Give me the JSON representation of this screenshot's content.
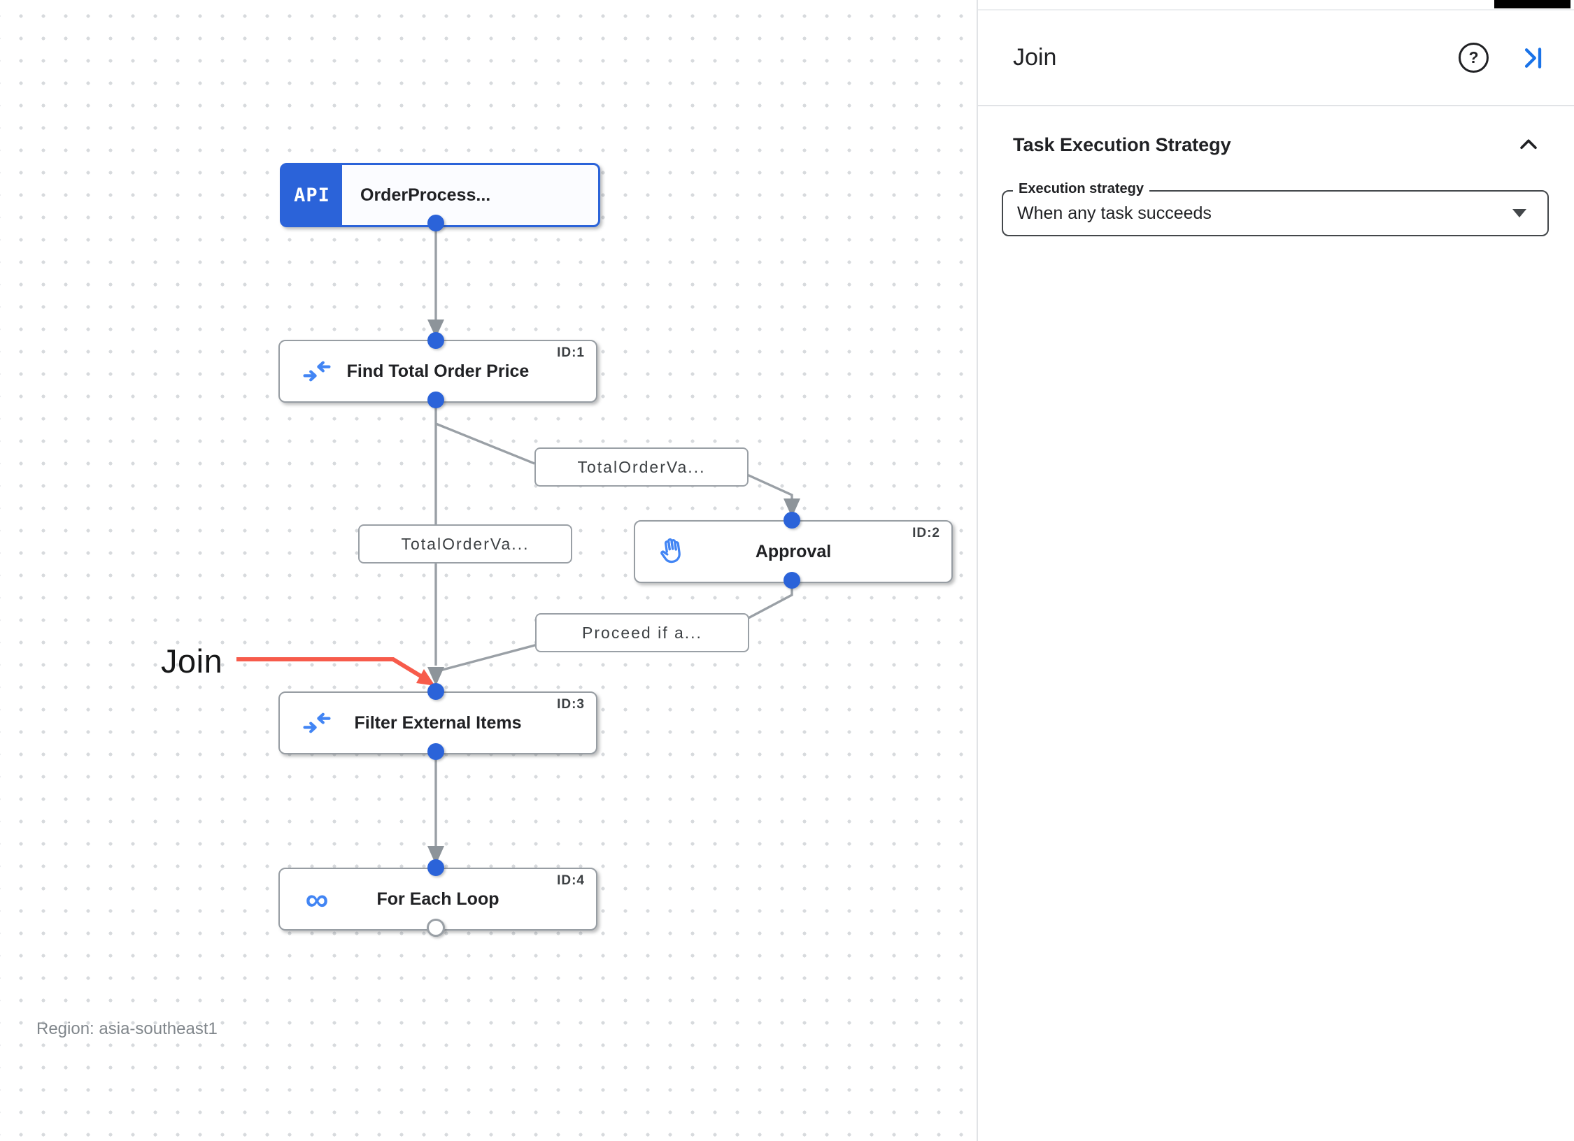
{
  "panel": {
    "title": "Join",
    "section": {
      "heading": "Task Execution Strategy",
      "field_label": "Execution strategy",
      "field_value": "When any task succeeds"
    }
  },
  "canvas": {
    "region_label": "Region: asia-southeast1",
    "annotation_label": "Join",
    "nodes": [
      {
        "key": "trigger",
        "badge": "API",
        "title": "OrderProcess..."
      },
      {
        "key": "find",
        "title": "Find Total Order Price",
        "id_label": "ID:1",
        "icon": "data-mapping-icon"
      },
      {
        "key": "approval",
        "title": "Approval",
        "id_label": "ID:2",
        "icon": "hand-icon"
      },
      {
        "key": "filter",
        "title": "Filter External Items",
        "id_label": "ID:3",
        "icon": "data-mapping-icon"
      },
      {
        "key": "foreach",
        "title": "For Each Loop",
        "id_label": "ID:4",
        "icon": "infinity-icon"
      }
    ],
    "edge_labels": [
      {
        "text": "TotalOrderVa..."
      },
      {
        "text": "TotalOrderVa..."
      },
      {
        "text": "Proceed if a..."
      }
    ]
  },
  "icons": {
    "help_glyph": "?",
    "loop_glyph": "∞",
    "panel_help": "help-icon",
    "panel_collapse": "collapse-panel-right-icon",
    "section_collapse": "chevron-up-icon",
    "dropdown": "caret-down-icon"
  },
  "colors": {
    "node_accent_blue": "#2b63d9",
    "icon_blue": "#4285f4",
    "edge_gray": "#9aa0a6",
    "annotation_red": "#f75b4b",
    "text_primary": "#202124",
    "text_secondary": "#80868b"
  }
}
